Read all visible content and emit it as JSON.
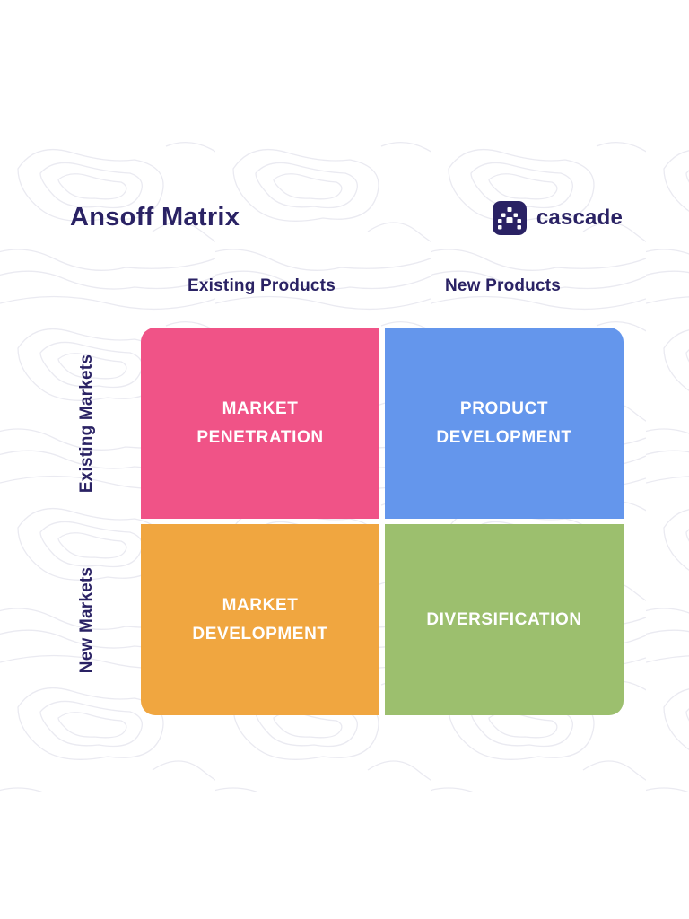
{
  "page": {
    "title": "Ansoff Matrix"
  },
  "brand": {
    "name": "cascade",
    "icon": "cascade-pixel-a-icon",
    "icon_color": "#2A2264"
  },
  "matrix": {
    "column_headers": [
      "Existing Products",
      "New Products"
    ],
    "row_headers": [
      "Existing Markets",
      "New Markets"
    ],
    "quadrants": [
      {
        "label": "MARKET PENETRATION",
        "row": "Existing Markets",
        "column": "Existing Products",
        "color": "#F05387"
      },
      {
        "label": "PRODUCT DEVELOPMENT",
        "row": "Existing Markets",
        "column": "New Products",
        "color": "#6496EC"
      },
      {
        "label": "MARKET DEVELOPMENT",
        "row": "New Markets",
        "column": "Existing Products",
        "color": "#F0A640"
      },
      {
        "label": "DIVERSIFICATION",
        "row": "New Markets",
        "column": "New Products",
        "color": "#9CBF6E"
      }
    ]
  },
  "colors": {
    "title_navy": "#2A2264",
    "quadrant_text": "#FFFFFF",
    "background": "#FFFFFF",
    "pattern_line": "#EAEAF1"
  }
}
